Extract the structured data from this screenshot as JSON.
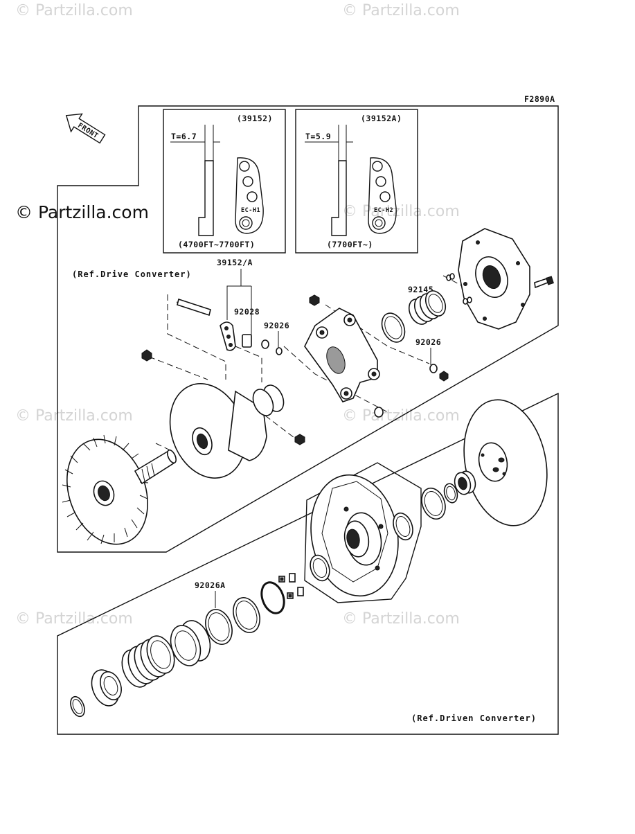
{
  "watermark": {
    "text": "© Partzilla.com",
    "dark_text": "© Partzilla.com"
  },
  "figure_code": "F2890A",
  "front_arrow": {
    "label": "FRONT"
  },
  "insets": [
    {
      "part_no": "(39152)",
      "thickness": "T=6.7",
      "mark": "EC-H1",
      "altitude": "(4700FT~7700FT)"
    },
    {
      "part_no": "(39152A)",
      "thickness": "T=5.9",
      "mark": "EC-H2",
      "altitude": "(7700FT~)"
    }
  ],
  "callouts": {
    "weight_set": "39152/A",
    "collar": "92028",
    "washer_upper_left": "92026",
    "spring": "92145",
    "washer_right": "92026",
    "shim": "92026A"
  },
  "references": {
    "drive": "(Ref.Drive Converter)",
    "driven": "(Ref.Driven Converter)"
  }
}
